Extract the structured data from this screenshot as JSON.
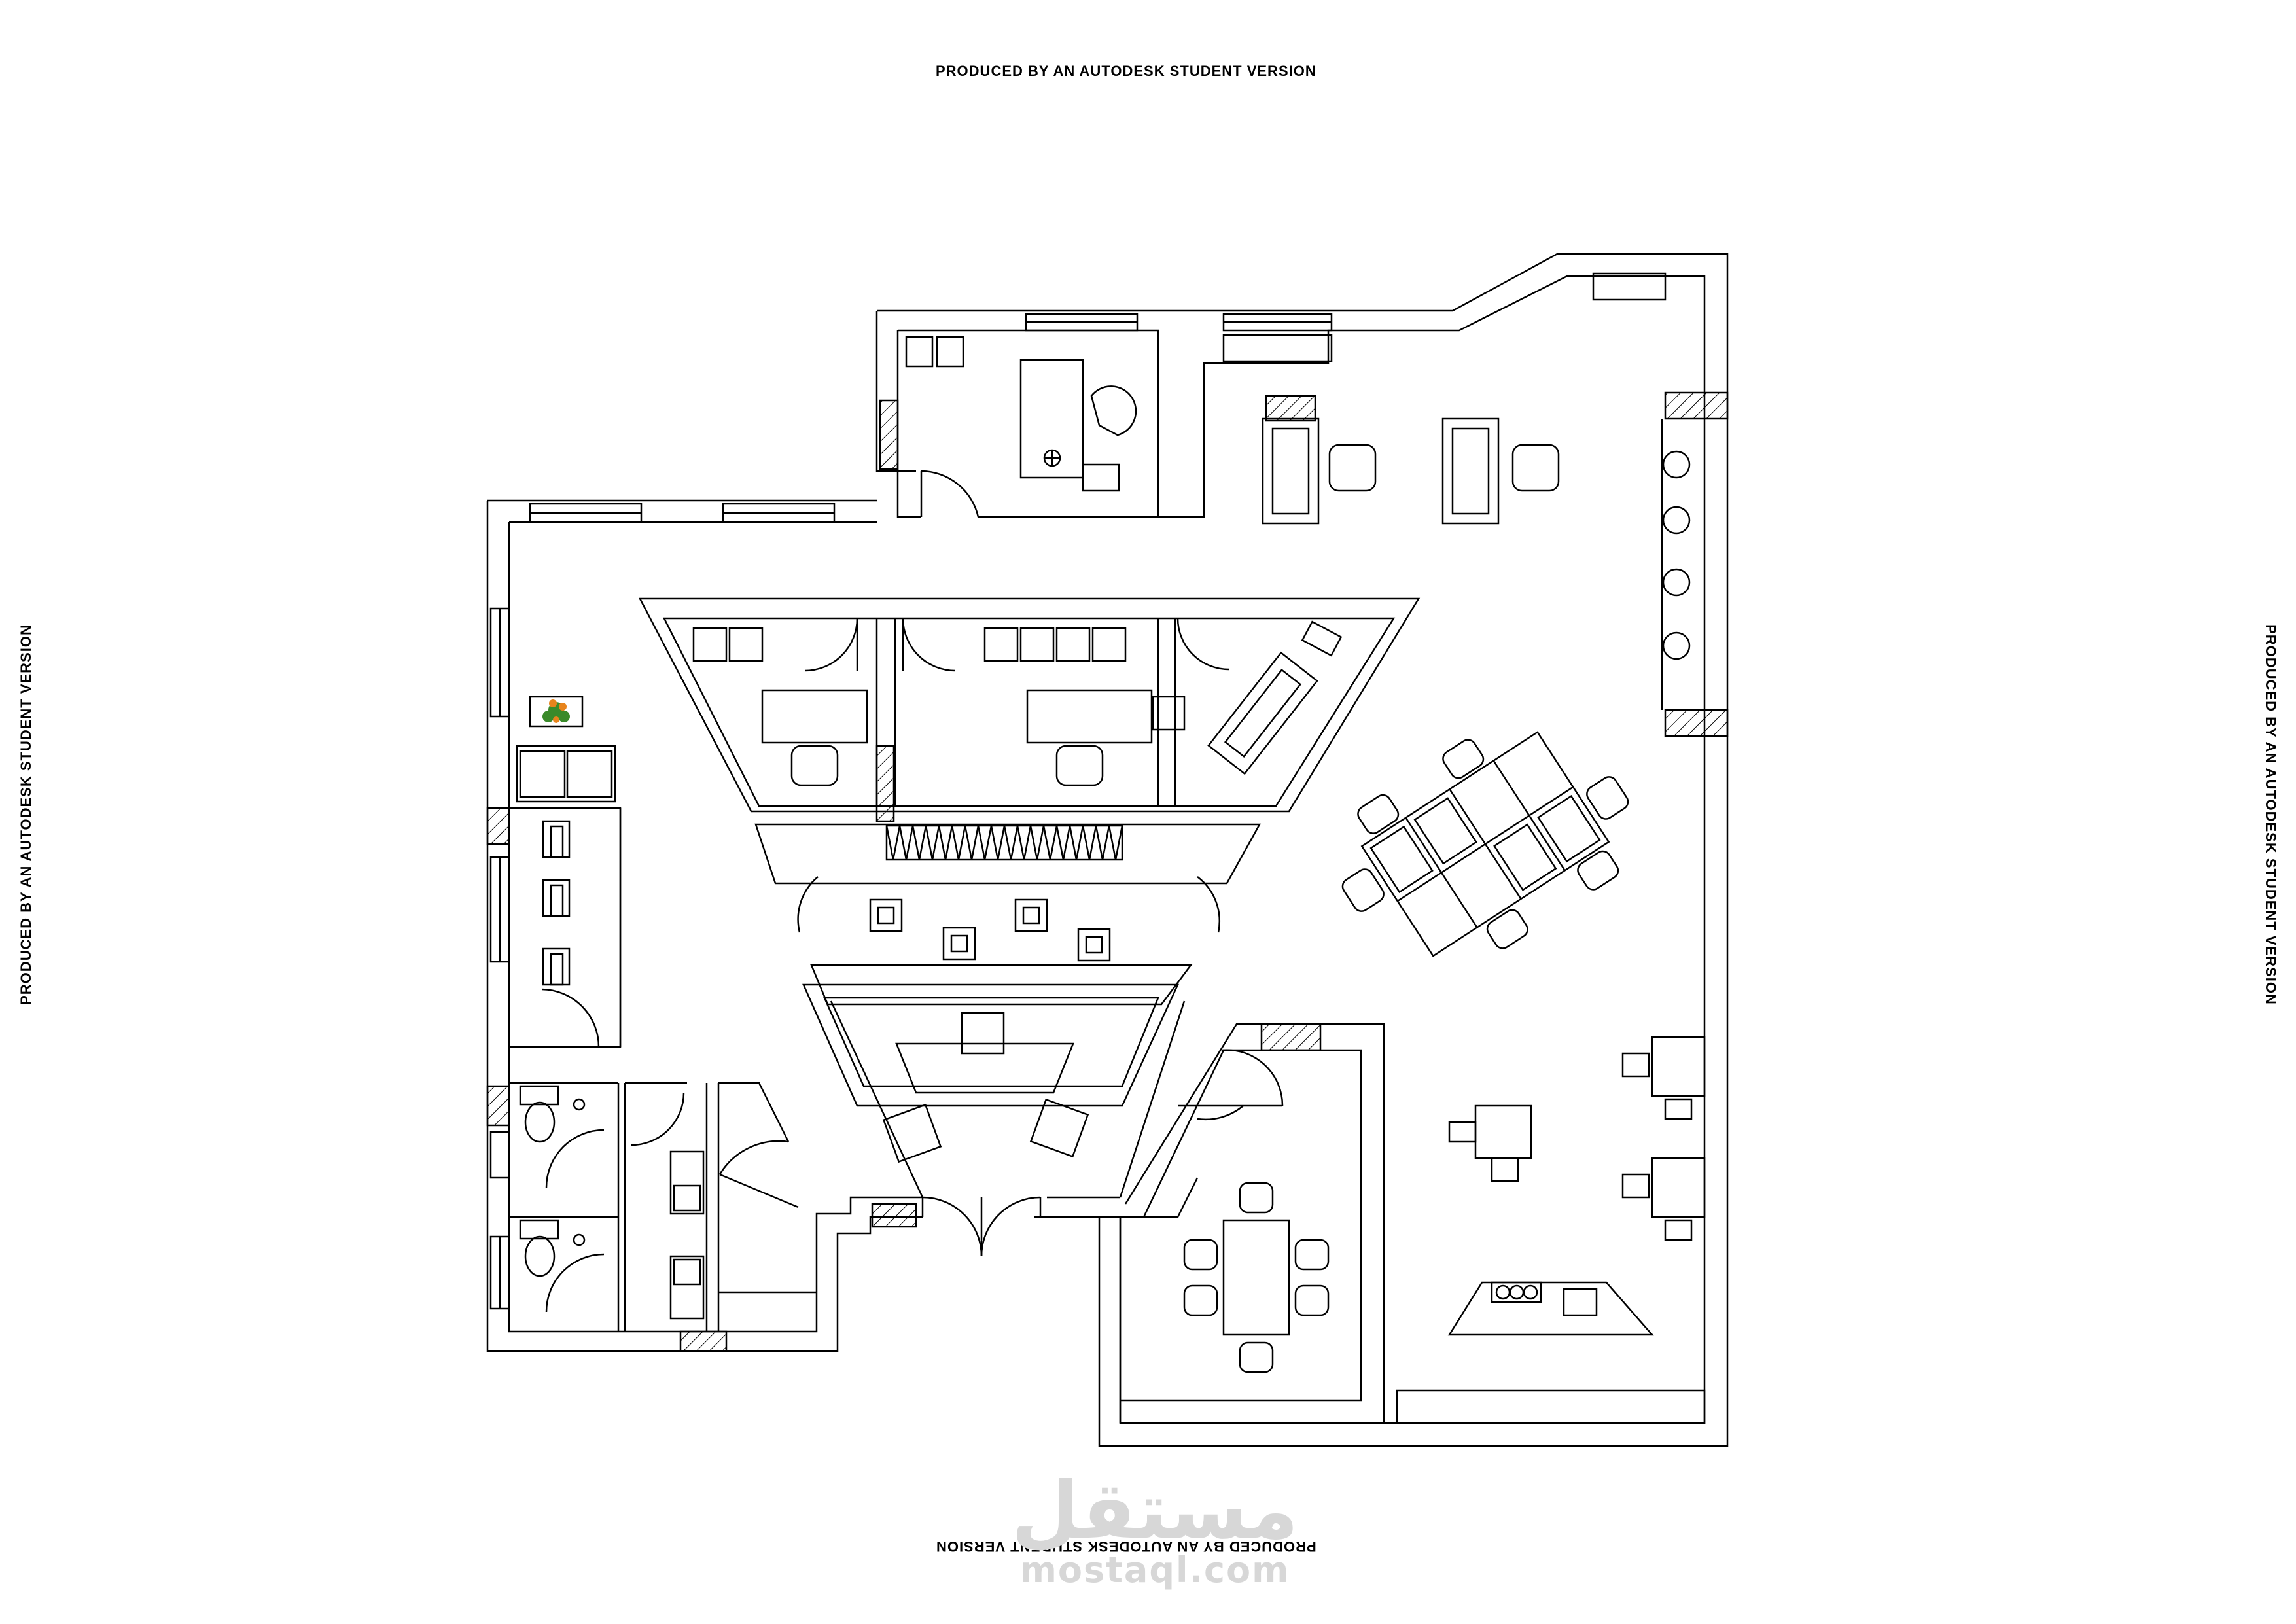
{
  "stamps": {
    "top": "PRODUCED BY AN AUTODESK STUDENT VERSION",
    "bottom": "PRODUCED BY AN AUTODESK STUDENT VERSION",
    "left": "PRODUCED BY AN AUTODESK STUDENT VERSION",
    "right": "PRODUCED BY AN AUTODESK STUDENT VERSION"
  },
  "watermark": {
    "word": "مستقل",
    "domain": "mostaql.com"
  },
  "colors": {
    "line": "#000000",
    "background": "#ffffff",
    "watermark": "#d7d7d7",
    "plant_green": "#3a8a2a",
    "plant_orange": "#e8841c"
  }
}
